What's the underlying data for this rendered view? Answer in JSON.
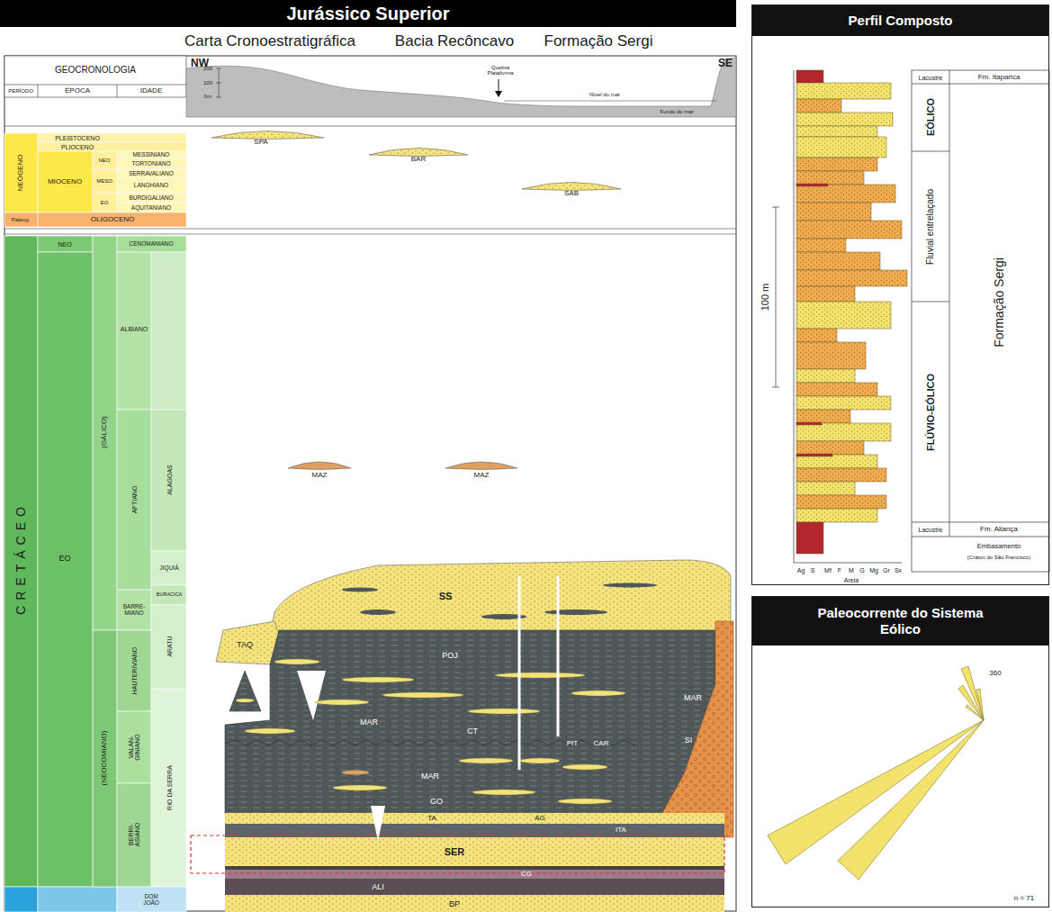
{
  "diagram": {
    "title": "Jurássico Superior",
    "nodes": [
      {
        "text": [
          "Perfil Composto"
        ]
      },
      {
        "text": [
          "Paleocorrente do Sistema Eólico"
        ]
      }
    ],
    "labels": [
      "Carta Cronoestratigráfica",
      "Bacia Recôncavo",
      "Formação Sergi",
      "GEOCRONOLOGIA",
      "PERÍODO",
      "ÉPOCA",
      "IDADE",
      "NW",
      "SE",
      "200",
      "100",
      "0m",
      "Quebra Plataforma",
      "Nível do mar",
      "Fundo do mar",
      "NEÓGENO",
      "Paleog.",
      "PLEISTOCENO",
      "PLIOCENO",
      "MIOCENO",
      "NEO",
      "MESO",
      "EO",
      "MESSINIANO",
      "TORTONIANO",
      "SERRAVALIANO",
      "LANGHIANO",
      "BURDIGALIANO",
      "AQUITANIANO",
      "OLIGOCENO",
      "SPA",
      "BAR",
      "SAB",
      "CRETÁCEO",
      "NEO",
      "EO",
      "(GÁLICO)",
      "(NEOCOMIANO)",
      "CENOMANIANO",
      "ALBIANO",
      "APTIANO",
      "ALAGOAS",
      "JIQUIÁ",
      "BARRE- MIANO",
      "BURACICA",
      "ARATU",
      "HAUTERIVIANO",
      "VALAN- GINIANO",
      "BERRI- ASIANO",
      "RIO DA SERRA",
      "DOM JOÃO",
      "MAZ",
      "MAZ",
      "SS",
      "TAQ",
      "POJ",
      "MAR",
      "CT",
      "MAR",
      "SI",
      "PIT",
      "CAR",
      "MAR",
      "GO",
      "TA",
      "AG",
      "ITA",
      "SER",
      "CG",
      "ALI",
      "BP",
      "100 m",
      "Ag",
      "S",
      "Mf",
      "F",
      "M",
      "G",
      "Mg",
      "Gr",
      "Sx",
      "Areia",
      "Lacustre",
      "Fm. Itaparica",
      "EÓLICO",
      "Fluvial entrelaçado",
      "FLÚVIO-EÓLICO",
      "Formação Sergi",
      "Lacustre",
      "Fm. Aliança",
      "Embasamento",
      "(Cráton do São Francisco)",
      "360",
      "n = 71"
    ]
  }
}
